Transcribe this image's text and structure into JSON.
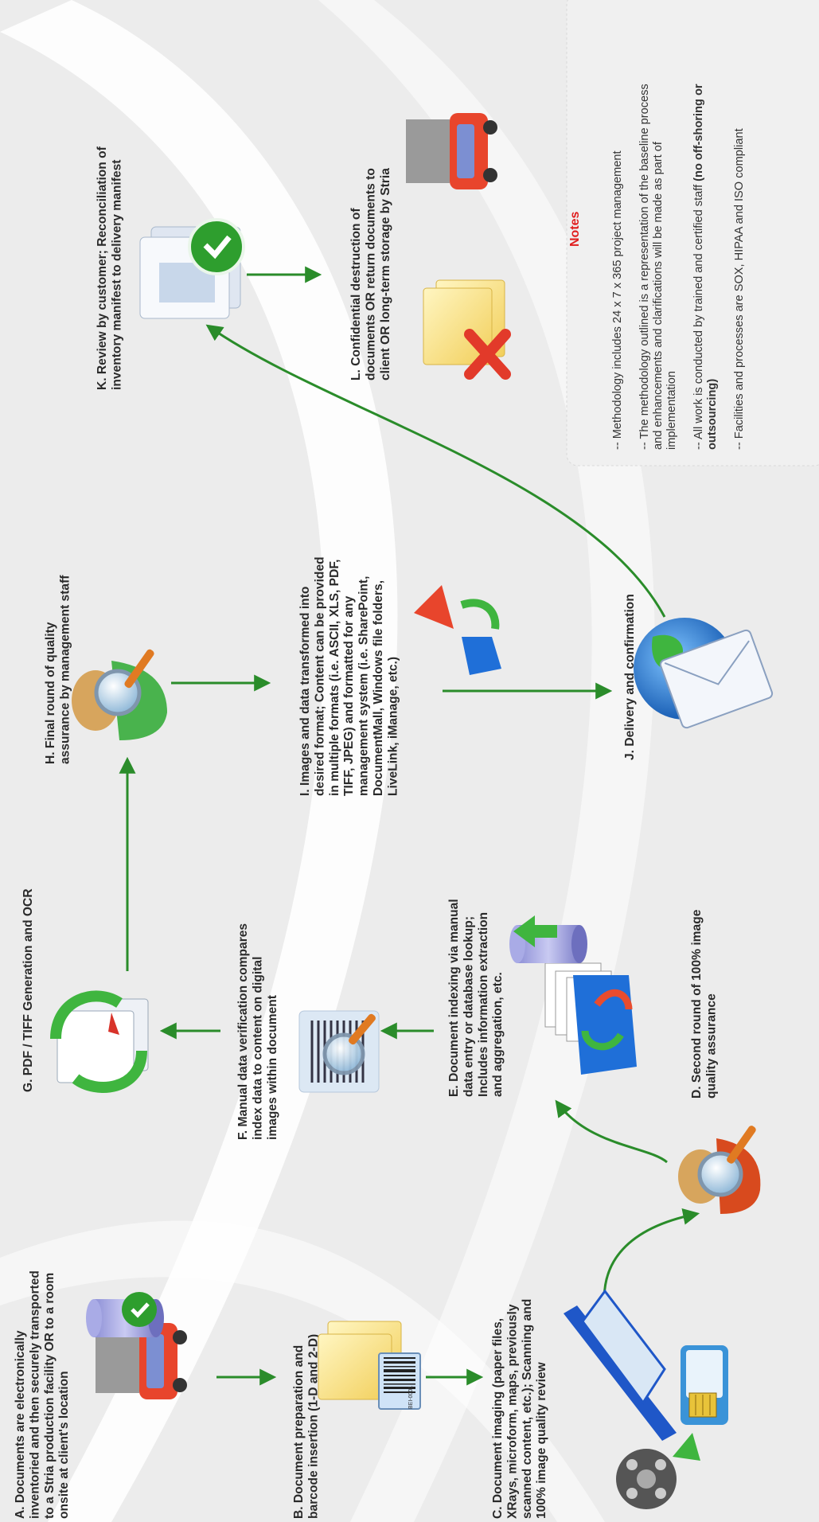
{
  "steps": {
    "A": [
      "A.  Documents are electronically",
      "inventoried and then securely transported",
      "to a Stria production facility OR to a room",
      "onsite at client's location"
    ],
    "B": [
      "B.  Document preparation and",
      "barcode insertion (1-D and 2-D)"
    ],
    "C": [
      "C.  Document imaging (paper files,",
      "XRays, microform, maps, previously",
      "scanned content, etc.); Scanning and",
      "100% image quality review"
    ],
    "D": [
      "D.  Second round of 100% image",
      "quality assurance"
    ],
    "E": [
      "E.  Document indexing via manual",
      "data entry or database lookup;",
      "Includes information extraction",
      "and aggregation, etc."
    ],
    "F": [
      "F.  Manual data verification compares",
      "index data to content on digital",
      "images within document"
    ],
    "G": [
      "G.  PDF / TIFF Generation and OCR"
    ],
    "H": [
      "H.  Final round of quality",
      "assurance by management staff"
    ],
    "I": [
      "I. Images and data transformed into",
      "desired format; Content can be provided",
      "in multiple formats (i.e. ASCII, XLS, PDF,",
      "TIFF, JPEG) and formatted for any",
      "management system (i.e. SharePoint,",
      "DocumentMall, Windows file folders,",
      "LiveLink, iManage, etc.)"
    ],
    "J": [
      "J.  Delivery and confirmation"
    ],
    "K": [
      "K. Review by customer; Reconciliation of",
      "inventory manifest to delivery manifest"
    ],
    "L": [
      "L.  Confidential destruction of",
      "documents OR return documents to",
      "client OR long-term storage by Stria"
    ]
  },
  "notes": {
    "title": "Notes",
    "item1": "-- Methodology includes 24 x 7 x 365 project management",
    "item2_l1": "-- The methodology outlined is a representation of the baseline process",
    "item2_l2": "and enhancements and clarifications will be made as part of",
    "item2_l3": "implementation",
    "item3_l1_plain": "-- All work is conducted by trained and certified staff ",
    "item3_l1_bold": "(no off-shoring or",
    "item3_l2_bold": "outsourcing)",
    "item4": "-- Facilities and processes are SOX, HIPAA and ISO compliant"
  },
  "icons": {
    "barcode_text": "BEI-0001"
  },
  "colors": {
    "background": "#ececec",
    "arrow": "#2a8c2a",
    "notes_title": "#e01e1e",
    "truck": "#e8452c"
  }
}
